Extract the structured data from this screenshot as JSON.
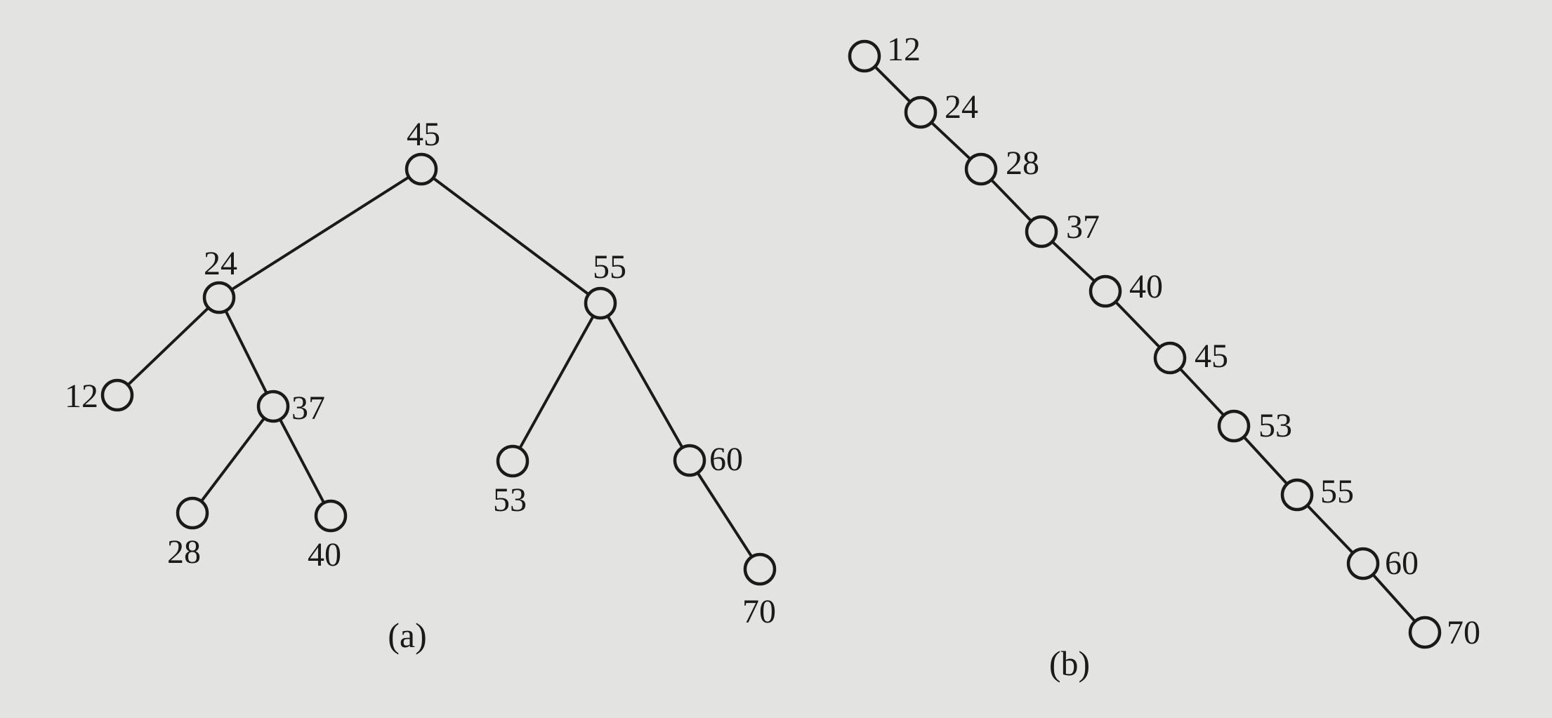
{
  "colors": {
    "paper": "#e3e4e1",
    "ink": "#1a1a1a"
  },
  "figures": [
    {
      "id": "a",
      "caption": "(a)",
      "nodes": [
        {
          "id": "n45",
          "label": "45"
        },
        {
          "id": "n24",
          "label": "24"
        },
        {
          "id": "n55",
          "label": "55"
        },
        {
          "id": "n12",
          "label": "12"
        },
        {
          "id": "n37",
          "label": "37"
        },
        {
          "id": "n28",
          "label": "28"
        },
        {
          "id": "n40",
          "label": "40"
        },
        {
          "id": "n53",
          "label": "53"
        },
        {
          "id": "n60",
          "label": "60"
        },
        {
          "id": "n70",
          "label": "70"
        }
      ],
      "edges": [
        [
          "n45",
          "n24"
        ],
        [
          "n45",
          "n55"
        ],
        [
          "n24",
          "n12"
        ],
        [
          "n24",
          "n37"
        ],
        [
          "n37",
          "n28"
        ],
        [
          "n37",
          "n40"
        ],
        [
          "n55",
          "n53"
        ],
        [
          "n55",
          "n60"
        ],
        [
          "n60",
          "n70"
        ]
      ]
    },
    {
      "id": "b",
      "caption": "(b)",
      "nodes": [
        {
          "id": "m12",
          "label": "12"
        },
        {
          "id": "m24",
          "label": "24"
        },
        {
          "id": "m28",
          "label": "28"
        },
        {
          "id": "m37",
          "label": "37"
        },
        {
          "id": "m40",
          "label": "40"
        },
        {
          "id": "m45",
          "label": "45"
        },
        {
          "id": "m53",
          "label": "53"
        },
        {
          "id": "m55",
          "label": "55"
        },
        {
          "id": "m60",
          "label": "60"
        },
        {
          "id": "m70",
          "label": "70"
        }
      ],
      "edges": [
        [
          "m12",
          "m24"
        ],
        [
          "m24",
          "m28"
        ],
        [
          "m28",
          "m37"
        ],
        [
          "m37",
          "m40"
        ],
        [
          "m40",
          "m45"
        ],
        [
          "m45",
          "m53"
        ],
        [
          "m53",
          "m55"
        ],
        [
          "m55",
          "m60"
        ],
        [
          "m60",
          "m70"
        ]
      ]
    }
  ]
}
